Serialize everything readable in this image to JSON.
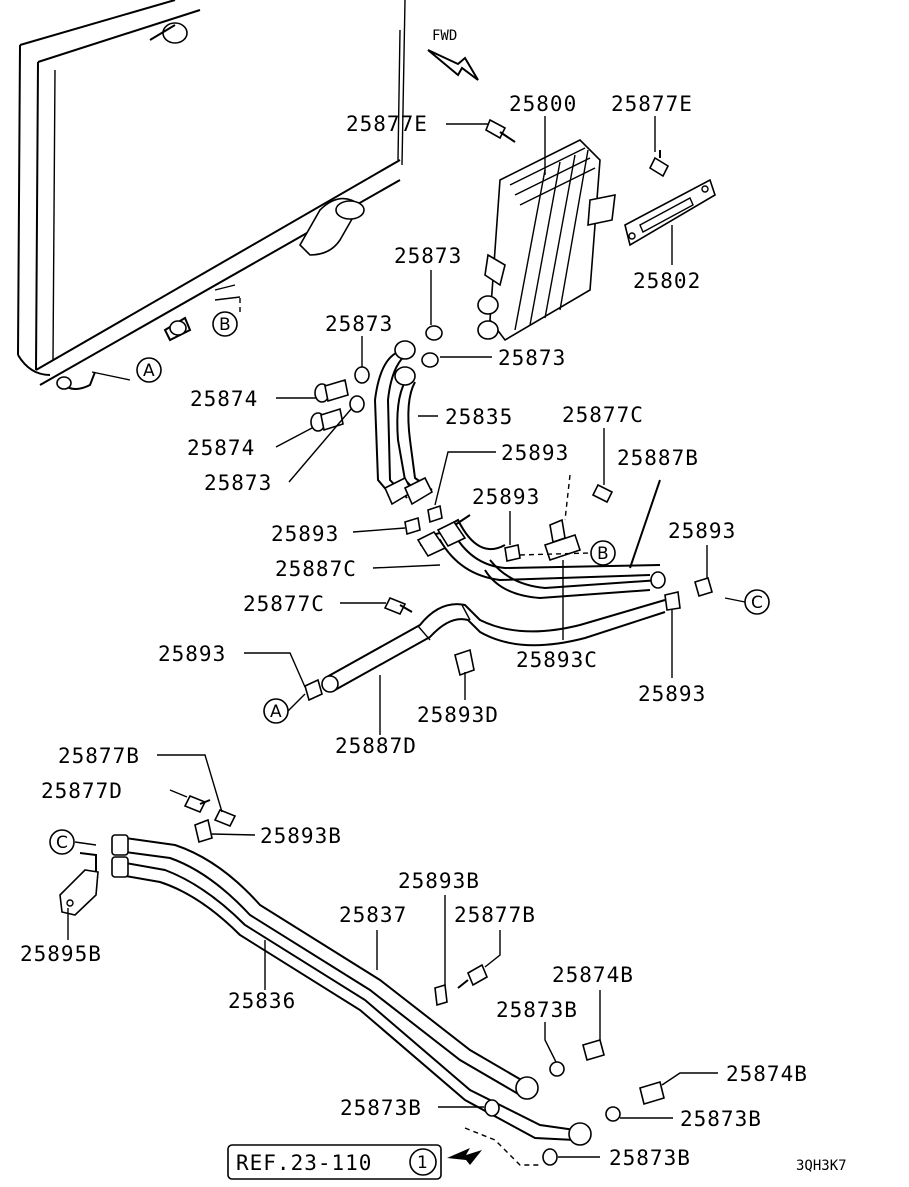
{
  "fwd_label": "FWD",
  "ref_label": "REF.23-110",
  "ref_number": "1",
  "figure_code": "3QH3K7",
  "callouts": {
    "a": "A",
    "b": "B",
    "c": "C"
  },
  "parts": {
    "p25877E_left": "25877E",
    "p25800": "25800",
    "p25877E_right": "25877E",
    "p25802": "25802",
    "p25873_top": "25873",
    "p25873_left": "25873",
    "p25873_right": "25873",
    "p25874_a": "25874",
    "p25874_b": "25874",
    "p25873_lower": "25873",
    "p25835": "25835",
    "p25877C_top": "25877C",
    "p25893_a": "25893",
    "p25887B": "25887B",
    "p25893_b": "25893",
    "p25893_c": "25893",
    "p25893_right": "25893",
    "p25887C": "25887C",
    "p25877C_mid": "25877C",
    "p25893_left": "25893",
    "p25893C": "25893C",
    "p25893_lowright": "25893",
    "p25893D": "25893D",
    "p25887D": "25887D",
    "p25877B_a": "25877B",
    "p25877D": "25877D",
    "p25893B_a": "25893B",
    "p25895B": "25895B",
    "p25893B_b": "25893B",
    "p25837": "25837",
    "p25877B_b": "25877B",
    "p25874B_a": "25874B",
    "p25836": "25836",
    "p25873B_a": "25873B",
    "p25874B_b": "25874B",
    "p25873B_b": "25873B",
    "p25873B_c": "25873B",
    "p25873B_d": "25873B"
  }
}
